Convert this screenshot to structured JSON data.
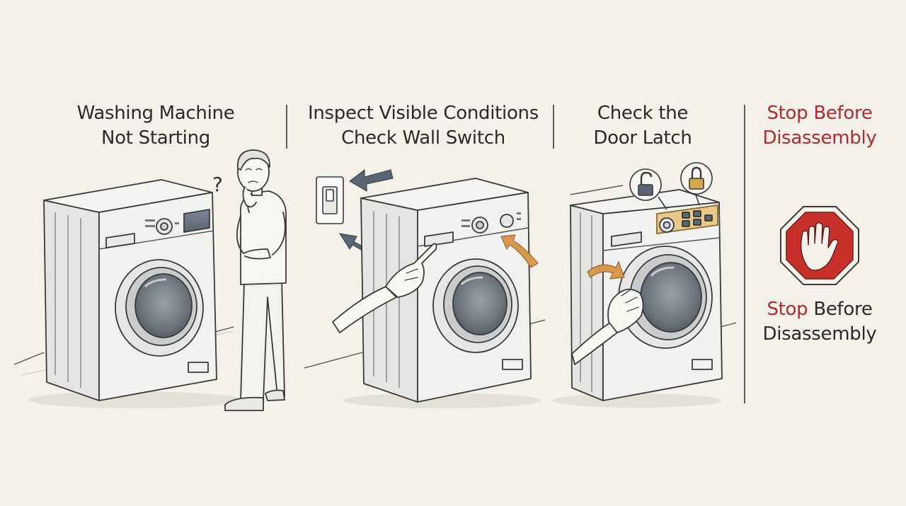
{
  "panels": [
    {
      "title_line1": "Washing Machine",
      "title_line2": "Not Starting"
    },
    {
      "title_line1": "Inspect Visible Conditions",
      "title_line2": "Check Wall Switch"
    },
    {
      "title_line1": "Check the",
      "title_line2": "Door Latch"
    },
    {
      "title_line1": "Stop Before",
      "title_line2": "Disassembly"
    }
  ],
  "stop_caption": {
    "stop_word": "Stop",
    "rest_line1": " Before",
    "line2": "Disassembly"
  },
  "question_mark": "?",
  "colors": {
    "background": "#f3f1ea",
    "ink": "#2a2a2a",
    "warning_red": "#b22a2a",
    "stop_sign": "#c8302c",
    "arrow_blue": "#5a6573",
    "arrow_orange": "#d9984e",
    "control_highlight": "#e9c98a"
  },
  "icons": [
    "question-mark-icon",
    "wall-switch-icon",
    "unlocked-padlock-icon",
    "locked-padlock-icon",
    "stop-hand-icon"
  ]
}
